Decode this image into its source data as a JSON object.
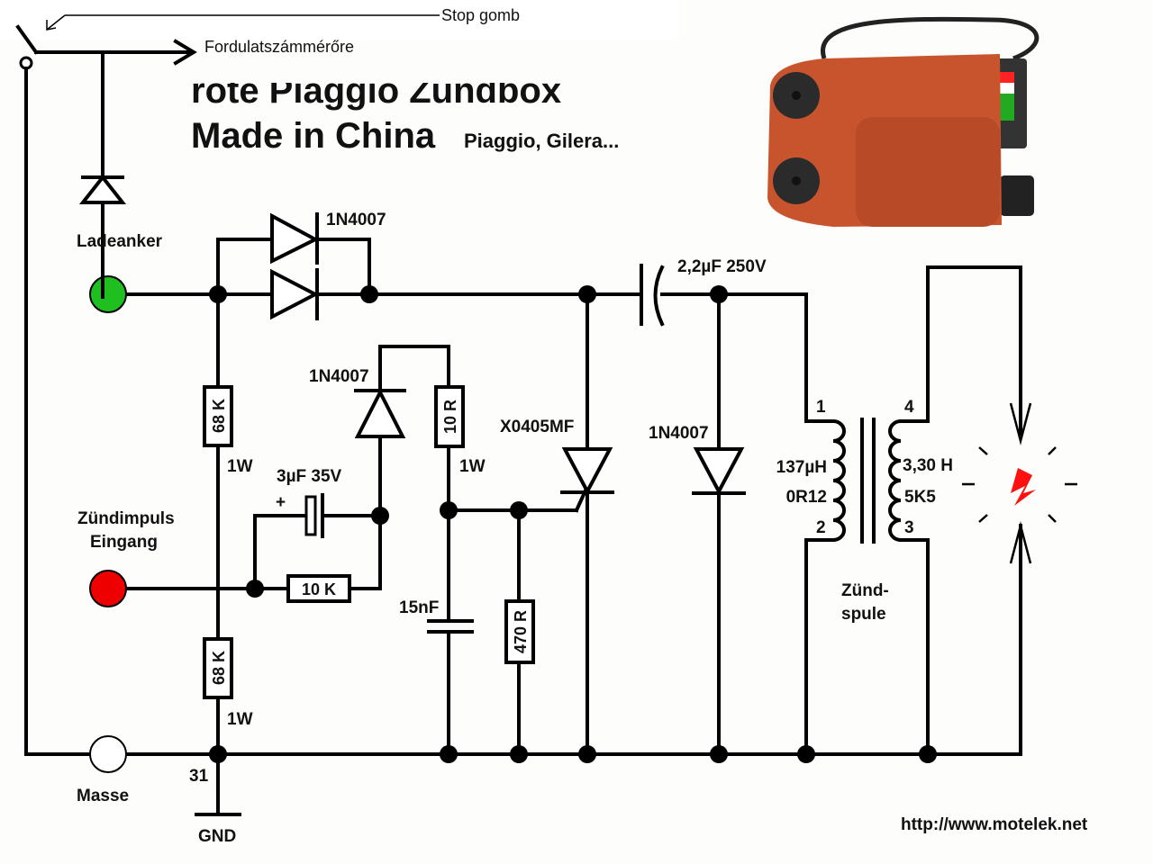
{
  "diagram": {
    "title_line1": "rote Piaggio Zündbox",
    "title_line2": "Made in China",
    "title_sub": "Piaggio, Gilera...",
    "annotations": {
      "stop_button": "Stop gomb",
      "tachometer": "Fordulatszámmérőre"
    },
    "terminals": {
      "charging_coil": {
        "label": "Ladeanker",
        "color": "#1fbf1f"
      },
      "trigger_input": {
        "label_line1": "Zündimpuls",
        "label_line2": "Eingang",
        "color": "#ee0000"
      },
      "ground": {
        "label": "Masse",
        "color": "#ffffff"
      }
    },
    "components": {
      "diode_top": "1N4007",
      "diode_trigger": "1N4007",
      "diode_flyback": "1N4007",
      "cap_main": "2,2µF 250V",
      "cap_trigger": "3µF 35V",
      "cap_trigger_polarity": "+",
      "cap_small": "15nF",
      "res_upper": "68 K",
      "res_upper_power": "1W",
      "res_lower": "68 K",
      "res_lower_power": "1W",
      "res_10r": "10 R",
      "res_10r_power": "1W",
      "res_10k": "10 K",
      "res_470r": "470 R",
      "thyristor": "X0405MF",
      "coil": {
        "primary_inductance": "137µH",
        "primary_resistance": "0R12",
        "secondary_inductance": "3,30 H",
        "secondary_resistance": "5K5",
        "pin1": "1",
        "pin2": "2",
        "pin3": "3",
        "pin4": "4",
        "label_line1": "Zünd-",
        "label_line2": "spule"
      },
      "ground_pin": "31",
      "ground_label": "GND"
    },
    "spark_color": "#ff1010",
    "footer_url": "http://www.motelek.net"
  }
}
